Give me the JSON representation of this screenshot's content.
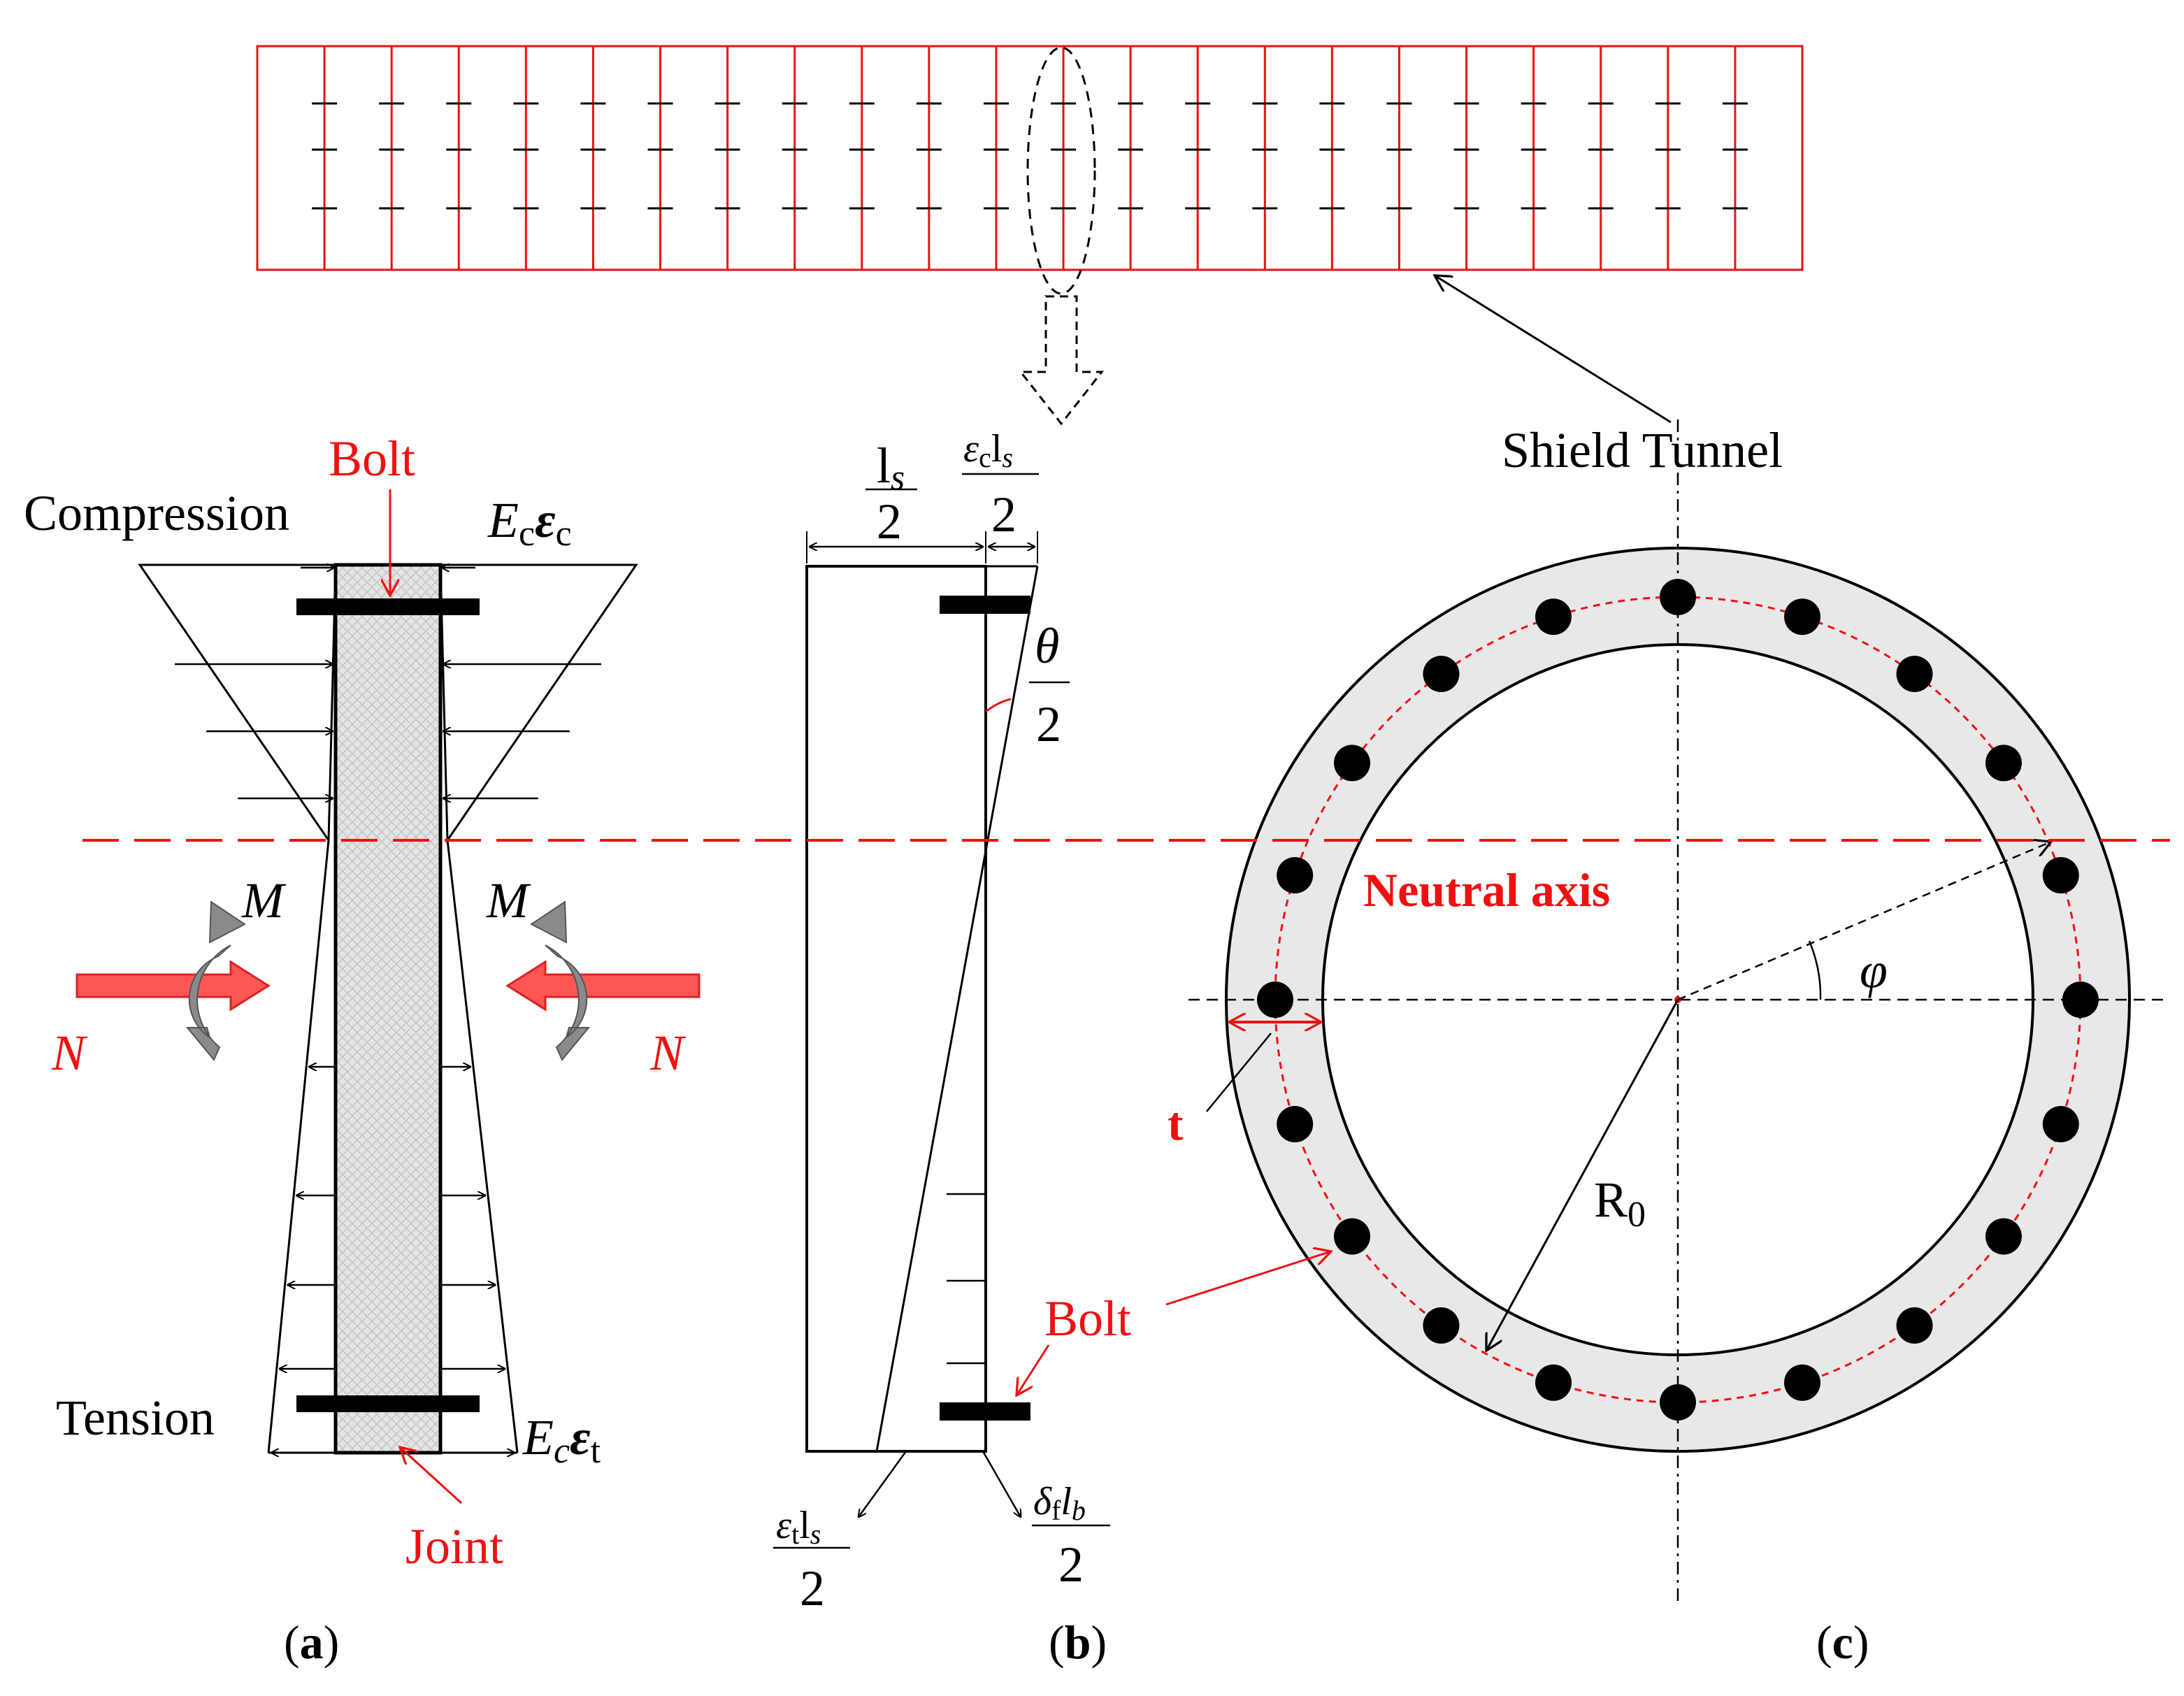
{
  "colors": {
    "accent_red": "#ee1111",
    "ring_fill": "#e8e8e8",
    "joint_fill": "#dcdcdc",
    "arrow_fill": "#ff5555",
    "moment_gray": "#8a8a8a"
  },
  "top": {
    "tunnel_label": "Shield Tunnel",
    "segment_count": 23
  },
  "panel_a": {
    "bolt_label": "Bolt",
    "joint_label": "Joint",
    "compression_label": "Compression",
    "tension_label": "Tension",
    "ec_top_E": "E",
    "ec_top_sub": "c",
    "ec_top_eps": "ε",
    "ec_top_eps_sub": "c",
    "et_E": "E",
    "et_sub": "c",
    "et_eps": "ε",
    "et_eps_sub": "t",
    "moment_left": "M",
    "moment_right": "M",
    "force_left": "N",
    "force_right": "N",
    "caption_open": "(",
    "caption_letter": "a",
    "caption_close": ")"
  },
  "panel_b": {
    "ls_num": "l",
    "ls_num_sub": "s",
    "ls_den": "2",
    "ecls_eps": "ε",
    "ecls_eps_sub": "c",
    "ecls_l": "l",
    "ecls_l_sub": "s",
    "ecls_den": "2",
    "theta_num": "θ",
    "theta_den": "2",
    "etls_eps": "ε",
    "etls_eps_sub": "t",
    "etls_l": "l",
    "etls_l_sub": "s",
    "etls_den": "2",
    "dflb_delta": "δ",
    "dflb_delta_sub": "f",
    "dflb_l": "l",
    "dflb_l_sub": "b",
    "dflb_den": "2",
    "bolt_label": "Bolt",
    "caption_open": "(",
    "caption_letter": "b",
    "caption_close": ")"
  },
  "panel_c": {
    "neutral_axis_label": "Neutral axis",
    "phi_label": "φ",
    "thickness_label": "t",
    "radius_R": "R",
    "radius_sub": "0",
    "bolt_count": 20,
    "caption_open": "(",
    "caption_letter": "c",
    "caption_close": ")"
  }
}
